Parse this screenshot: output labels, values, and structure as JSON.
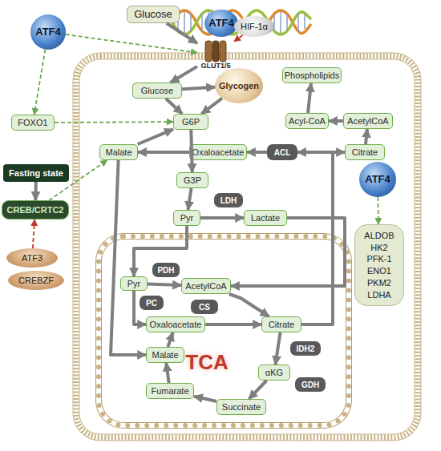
{
  "diagram": {
    "nodes": [
      {
        "text": [
          "ATF4"
        ]
      },
      {
        "text": [
          "Glucose"
        ]
      },
      {
        "text": [
          "ATF4"
        ]
      },
      {
        "text": [
          "HIF-1α"
        ]
      },
      {
        "text": [
          "GLUT1/5"
        ]
      },
      {
        "text": [
          "Glucose"
        ]
      },
      {
        "text": [
          "Glycogen"
        ]
      },
      {
        "text": [
          "Phospholipids"
        ]
      },
      {
        "text": [
          "FOXO1"
        ]
      },
      {
        "text": [
          "G6P"
        ]
      },
      {
        "text": [
          "Acyl-CoA"
        ]
      },
      {
        "text": [
          "AcetylCoA"
        ]
      },
      {
        "text": [
          "Malate"
        ]
      },
      {
        "text": [
          "Oxaloacetate"
        ]
      },
      {
        "text": [
          "ACL"
        ]
      },
      {
        "text": [
          "Citrate"
        ]
      },
      {
        "text": [
          "Fasting state"
        ]
      },
      {
        "text": [
          "ATF4"
        ]
      },
      {
        "text": [
          "G3P"
        ]
      },
      {
        "text": [
          "LDH"
        ]
      },
      {
        "text": [
          "CREB/CRTC2"
        ]
      },
      {
        "text": [
          "Pyr"
        ]
      },
      {
        "text": [
          "Lactate"
        ]
      },
      {
        "text": [
          "ALDOB",
          "HK2",
          "PFK-1",
          "ENO1",
          "PKM2",
          "LDHA"
        ]
      },
      {
        "text": [
          "ATF3"
        ]
      },
      {
        "text": [
          "CREBZF"
        ]
      },
      {
        "text": [
          "TCA"
        ]
      },
      {
        "text": [
          "Pyr"
        ],
        "in": 26
      },
      {
        "text": [
          "PDH"
        ],
        "in": 26
      },
      {
        "text": [
          "AcetylCoA"
        ],
        "in": 26
      },
      {
        "text": [
          "PC"
        ],
        "in": 26
      },
      {
        "text": [
          "CS"
        ],
        "in": 26
      },
      {
        "text": [
          "Oxaloacetate"
        ],
        "in": 26
      },
      {
        "text": [
          "Citrate"
        ],
        "in": 26
      },
      {
        "text": [
          "IDH2"
        ],
        "in": 26
      },
      {
        "text": [
          "Malate"
        ],
        "in": 26
      },
      {
        "text": [
          "αKG"
        ],
        "in": 26
      },
      {
        "text": [
          "GDH"
        ],
        "in": 26
      },
      {
        "text": [
          "Fumarate"
        ],
        "in": 26
      },
      {
        "text": [
          "Succinate"
        ],
        "in": 26
      }
    ],
    "edges": [
      {
        "from": 1,
        "to": 4,
        "arrow": "to"
      },
      {
        "from": 4,
        "to": 5,
        "arrow": "to"
      },
      {
        "from": 5,
        "to": 6,
        "arrow": "to"
      },
      {
        "from": 5,
        "to": 9,
        "arrow": "to"
      },
      {
        "from": 6,
        "to": 9,
        "arrow": "to"
      },
      {
        "from": 9,
        "to": 18,
        "arrow": "to"
      },
      {
        "from": 18,
        "to": 21,
        "arrow": "to"
      },
      {
        "from": 21,
        "to": 22,
        "arrow": "to"
      },
      {
        "from": 22,
        "to": 29,
        "arrow": "to"
      },
      {
        "from": 15,
        "to": 14,
        "arrow": "to"
      },
      {
        "from": 14,
        "to": 13,
        "arrow": "to"
      },
      {
        "from": 15,
        "to": 11,
        "arrow": "to"
      },
      {
        "from": 11,
        "to": 10,
        "arrow": "to"
      },
      {
        "from": 10,
        "to": 7,
        "arrow": "to"
      },
      {
        "from": 13,
        "to": 12,
        "arrow": "to"
      },
      {
        "from": 12,
        "to": 9,
        "arrow": "to"
      },
      {
        "from": 12,
        "to": 35,
        "arrow": "to"
      },
      {
        "from": 21,
        "to": 27,
        "arrow": "to"
      },
      {
        "from": 27,
        "to": 29,
        "arrow": "to"
      },
      {
        "from": 27,
        "to": 32,
        "arrow": "to"
      },
      {
        "from": 29,
        "to": 33,
        "arrow": "to"
      },
      {
        "from": 32,
        "to": 33,
        "arrow": "to"
      },
      {
        "from": 33,
        "to": 36,
        "arrow": "to"
      },
      {
        "from": 36,
        "to": 39,
        "arrow": "to"
      },
      {
        "from": 39,
        "to": 38,
        "arrow": "to"
      },
      {
        "from": 38,
        "to": 35,
        "arrow": "to"
      },
      {
        "from": 35,
        "to": 32,
        "arrow": "to"
      },
      {
        "from": 33,
        "to": 15,
        "arrow": "to"
      },
      {
        "from": 0,
        "to": 4,
        "arrow": "to"
      },
      {
        "from": 0,
        "to": 8,
        "arrow": "to"
      },
      {
        "from": 8,
        "to": 9,
        "arrow": "to"
      },
      {
        "from": 3,
        "to": 4,
        "arrow": "to"
      },
      {
        "from": 17,
        "to": 23,
        "arrow": "to"
      },
      {
        "from": 16,
        "to": 20,
        "arrow": "to"
      },
      {
        "from": 20,
        "to": 12,
        "arrow": "to"
      },
      {
        "from": 24,
        "to": 20,
        "arrow": "to"
      }
    ]
  }
}
